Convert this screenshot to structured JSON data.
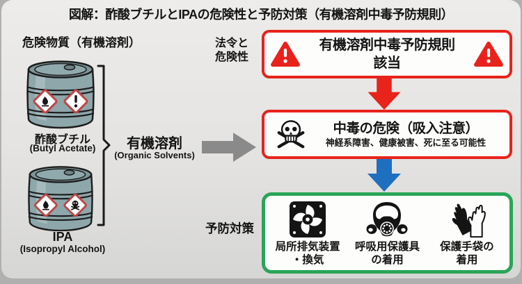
{
  "title": "図解：酢酸ブチルとIPAの危険性と予防対策（有機溶剤中毒予防規則）",
  "colors": {
    "red": "#e8231b",
    "blue": "#1e6fc0",
    "green": "#2aa558",
    "arrow_gray": "#8a8a8a",
    "drum_body": "#8da7ab"
  },
  "hazard": {
    "heading": "危険物質（有機溶剤）",
    "drums": [
      {
        "name_ja": "酢酸ブチル",
        "name_en": "(Butyl Acetate)",
        "pictograms": [
          "flame",
          "exclamation-mark"
        ]
      },
      {
        "name_ja": "IPA",
        "name_en": "(Isopropyl Alcohol)",
        "pictograms": [
          "flame",
          "skull-crossbones"
        ]
      }
    ],
    "group_label_ja": "有機溶剤",
    "group_label_en": "(Organic Solvents)"
  },
  "flow": {
    "law_label_line1": "法令と",
    "law_label_line2": "危険性",
    "law_box": {
      "line1": "有機溶剤中毒予防規則",
      "line2": "該当"
    },
    "danger_box": {
      "title": "中毒の危険（吸入注意）",
      "subtitle": "神経系障害、健康被害、死に至る可能性"
    },
    "prevention_label": "予防対策",
    "prevention_items": [
      {
        "icon": "fan-icon",
        "line1": "局所排気装置",
        "line2": "・換気"
      },
      {
        "icon": "respirator-icon",
        "line1": "呼吸用保護具",
        "line2": "の着用"
      },
      {
        "icon": "gloves-icon",
        "line1": "保護手袋の",
        "line2": "着用"
      }
    ]
  }
}
